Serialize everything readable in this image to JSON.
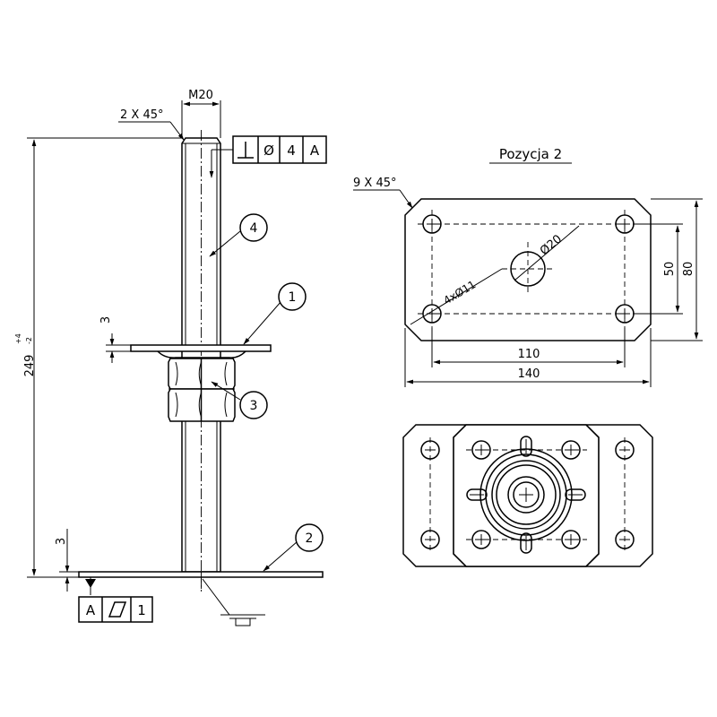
{
  "side_view": {
    "thread_label": "M20",
    "chamfer_top": "2 X 45°",
    "total_height": "249",
    "tol_upper": "+4",
    "tol_lower": "-2",
    "plate_thickness_top": "3",
    "plate_thickness_bottom": "3",
    "balloons": [
      "1",
      "2",
      "3",
      "4"
    ],
    "perpendicularity_frame": {
      "diameter_symbol": "Ø",
      "tolerance": "4",
      "datum": "A"
    },
    "flatness_frame": {
      "datum": "A",
      "tolerance": "1"
    }
  },
  "plate_view": {
    "title": "Pozycja 2",
    "chamfer": "9 X 45°",
    "center_hole": "Ø20",
    "holes_label": "4xØ11",
    "dim_width_outer": "140",
    "dim_width_holes": "110",
    "dim_height_outer": "80",
    "dim_height_holes": "50"
  }
}
